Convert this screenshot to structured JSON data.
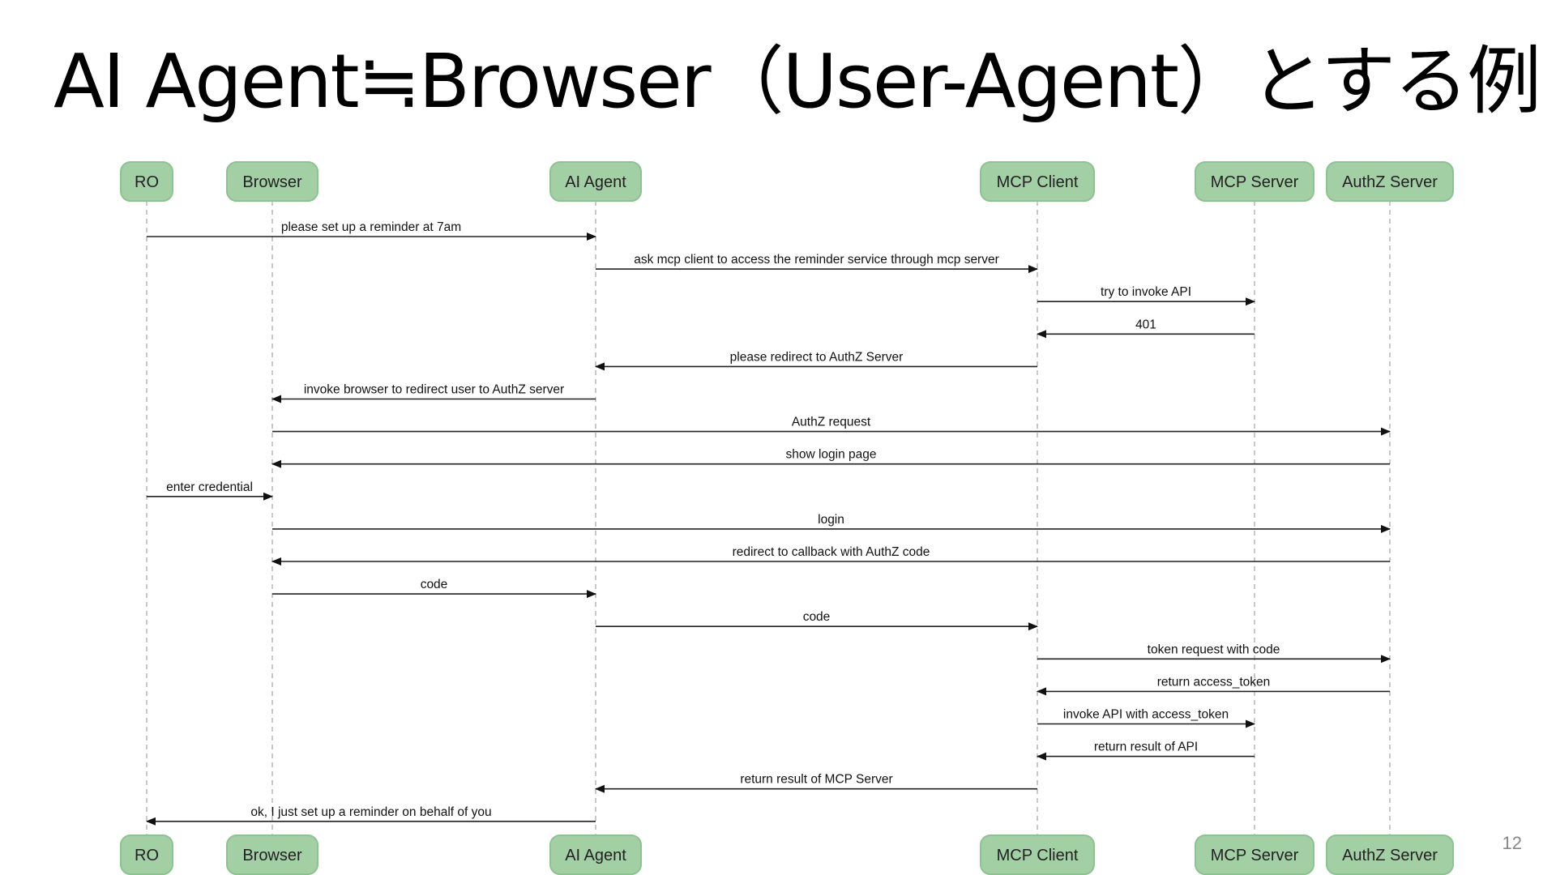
{
  "title": "AI Agent≒Browser（User-Agent）とする例",
  "page_number": "12",
  "diagram": {
    "participants": [
      "RO",
      "Browser",
      "AI Agent",
      "MCP Client",
      "MCP Server",
      "AuthZ Server"
    ],
    "messages": [
      {
        "from": 0,
        "to": 2,
        "label": "please set up a reminder at 7am"
      },
      {
        "from": 2,
        "to": 3,
        "label": "ask mcp client to access the reminder service through mcp server"
      },
      {
        "from": 3,
        "to": 4,
        "label": "try to invoke API"
      },
      {
        "from": 4,
        "to": 3,
        "label": "401"
      },
      {
        "from": 3,
        "to": 2,
        "label": "please redirect to AuthZ Server"
      },
      {
        "from": 2,
        "to": 1,
        "label": "invoke browser to redirect user to AuthZ server"
      },
      {
        "from": 1,
        "to": 5,
        "label": "AuthZ request"
      },
      {
        "from": 5,
        "to": 1,
        "label": "show login page"
      },
      {
        "from": 0,
        "to": 1,
        "label": "enter credential"
      },
      {
        "from": 1,
        "to": 5,
        "label": "login"
      },
      {
        "from": 5,
        "to": 1,
        "label": "redirect to callback with AuthZ code"
      },
      {
        "from": 1,
        "to": 2,
        "label": "code"
      },
      {
        "from": 2,
        "to": 3,
        "label": "code"
      },
      {
        "from": 3,
        "to": 5,
        "label": "token request with code"
      },
      {
        "from": 5,
        "to": 3,
        "label": "return access_token"
      },
      {
        "from": 3,
        "to": 4,
        "label": "invoke API with access_token"
      },
      {
        "from": 4,
        "to": 3,
        "label": "return result of API"
      },
      {
        "from": 3,
        "to": 2,
        "label": "return result of MCP Server"
      },
      {
        "from": 2,
        "to": 0,
        "label": "ok, I just set up a reminder on behalf of you"
      }
    ]
  }
}
